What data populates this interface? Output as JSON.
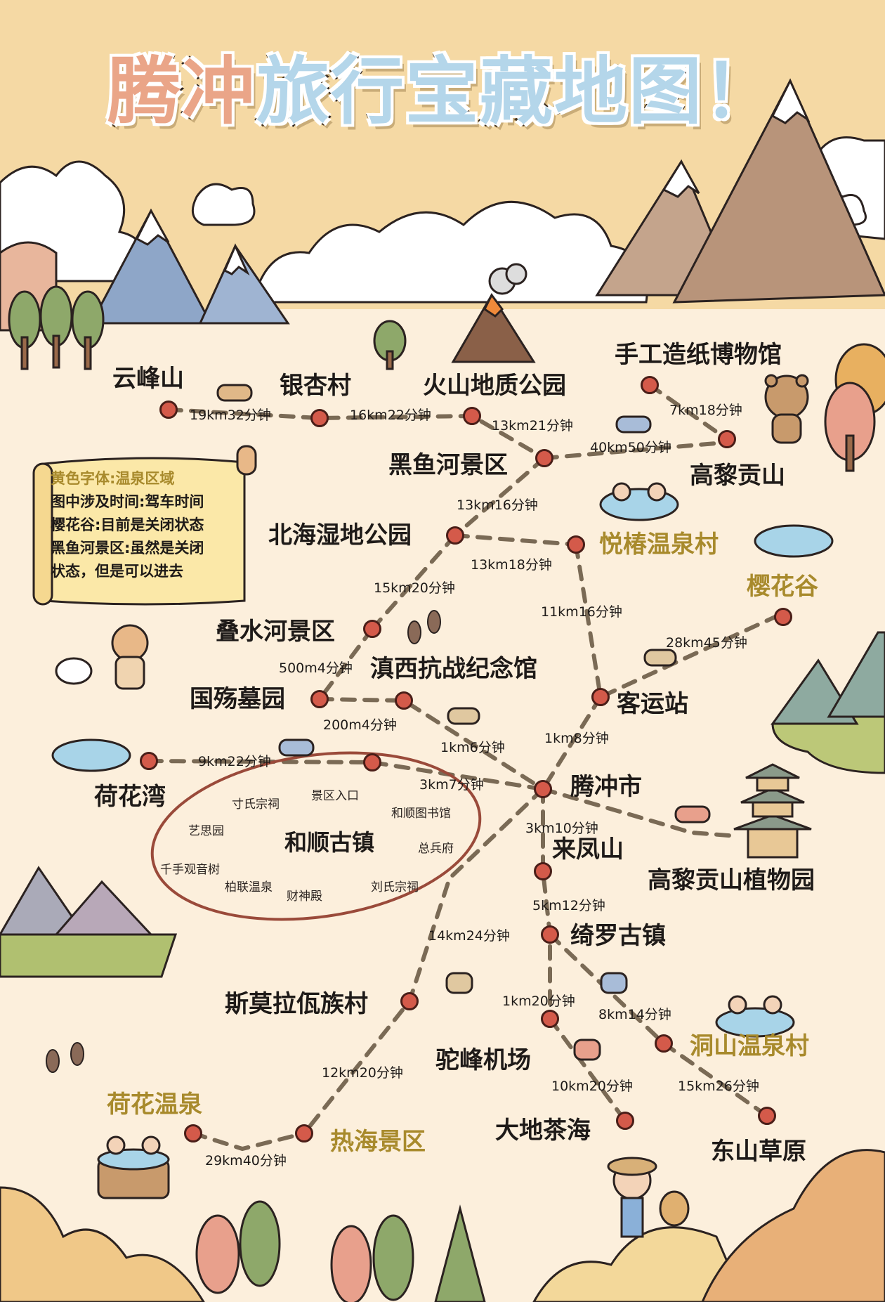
{
  "title": {
    "part1": "腾冲",
    "part2": "旅行宝藏地图！"
  },
  "colors": {
    "background": "#fcefdc",
    "sky": "#f5d9a4",
    "pin": "#d45a4a",
    "route": "#7a6a55",
    "hot_spring_text": "#a88a2c",
    "title_pink": "#eaa588",
    "title_blue": "#b4d6ea",
    "heshun_loop": "#9a4a3a"
  },
  "legend": {
    "line1": "黄色字体:温泉区域",
    "line2": "图中涉及时间:驾车时间",
    "line3": "樱花谷:目前是关闭状态",
    "line4": "黑鱼河景区:虽然是关闭",
    "line5": "状态，但是可以进去"
  },
  "places": [
    {
      "name": "云峰山",
      "type": "attraction"
    },
    {
      "name": "银杏村",
      "type": "attraction"
    },
    {
      "name": "火山地质公园",
      "type": "attraction"
    },
    {
      "name": "手工造纸博物馆",
      "type": "attraction"
    },
    {
      "name": "黑鱼河景区",
      "type": "attraction"
    },
    {
      "name": "高黎贡山",
      "type": "attraction"
    },
    {
      "name": "北海湿地公园",
      "type": "attraction"
    },
    {
      "name": "悦椿温泉村",
      "type": "hot_spring"
    },
    {
      "name": "樱花谷",
      "type": "hot_spring"
    },
    {
      "name": "叠水河景区",
      "type": "attraction"
    },
    {
      "name": "滇西抗战纪念馆",
      "type": "attraction"
    },
    {
      "name": "国殇墓园",
      "type": "attraction"
    },
    {
      "name": "客运站",
      "type": "attraction"
    },
    {
      "name": "荷花湾",
      "type": "attraction"
    },
    {
      "name": "腾冲市",
      "type": "city"
    },
    {
      "name": "来凤山",
      "type": "attraction"
    },
    {
      "name": "高黎贡山植物园",
      "type": "attraction"
    },
    {
      "name": "绮罗古镇",
      "type": "attraction"
    },
    {
      "name": "斯莫拉佤族村",
      "type": "attraction"
    },
    {
      "name": "驼峰机场",
      "type": "attraction"
    },
    {
      "name": "洞山温泉村",
      "type": "hot_spring"
    },
    {
      "name": "荷花温泉",
      "type": "hot_spring"
    },
    {
      "name": "热海景区",
      "type": "hot_spring"
    },
    {
      "name": "大地茶海",
      "type": "attraction"
    },
    {
      "name": "东山草原",
      "type": "attraction"
    }
  ],
  "routes": [
    {
      "from": "云峰山",
      "to": "银杏村",
      "label": "19km32分钟"
    },
    {
      "from": "银杏村",
      "to": "火山地质公园",
      "label": "16km22分钟"
    },
    {
      "from": "火山地质公园",
      "to": "黑鱼河景区",
      "label": "13km21分钟"
    },
    {
      "from": "手工造纸博物馆",
      "to": "高黎贡山",
      "label": "7km18分钟"
    },
    {
      "from": "黑鱼河景区",
      "to": "高黎贡山",
      "label": "40km50分钟"
    },
    {
      "from": "黑鱼河景区",
      "to": "北海湿地公园",
      "label": "13km16分钟"
    },
    {
      "from": "北海湿地公园",
      "to": "悦椿温泉村",
      "label": "13km18分钟"
    },
    {
      "from": "北海湿地公园",
      "to": "叠水河景区",
      "label": "15km20分钟"
    },
    {
      "from": "悦椿温泉村",
      "to": "客运站",
      "label": "11km16分钟"
    },
    {
      "from": "客运站",
      "to": "樱花谷",
      "label": "28km45分钟"
    },
    {
      "from": "叠水河景区",
      "to": "国殇墓园",
      "label": "500m4分钟"
    },
    {
      "from": "国殇墓园",
      "to": "滇西抗战纪念馆",
      "label": "200m4分钟"
    },
    {
      "from": "滇西抗战纪念馆",
      "to": "腾冲市",
      "label": "1km6分钟"
    },
    {
      "from": "客运站",
      "to": "腾冲市",
      "label": "1km8分钟"
    },
    {
      "from": "荷花湾",
      "to": "和顺古镇",
      "label": "9km22分钟"
    },
    {
      "from": "和顺古镇",
      "to": "腾冲市",
      "label": "3km7分钟"
    },
    {
      "from": "腾冲市",
      "to": "来凤山",
      "label": "3km10分钟"
    },
    {
      "from": "来凤山",
      "to": "绮罗古镇",
      "label": "5km12分钟"
    },
    {
      "from": "腾冲市",
      "to": "斯莫拉佤族村",
      "label": "14km24分钟"
    },
    {
      "from": "绮罗古镇",
      "to": "驼峰机场",
      "label": "1km20分钟"
    },
    {
      "from": "绮罗古镇",
      "to": "洞山温泉村",
      "label": "8km14分钟"
    },
    {
      "from": "驼峰机场",
      "to": "大地茶海",
      "label": "10km20分钟"
    },
    {
      "from": "洞山温泉村",
      "to": "东山草原",
      "label": "15km26分钟"
    },
    {
      "from": "斯莫拉佤族村",
      "to": "热海景区",
      "label": "12km20分钟"
    },
    {
      "from": "荷花温泉",
      "to": "热海景区",
      "label": "29km40分钟"
    }
  ],
  "heshun": {
    "title": "和顺古镇",
    "stops": [
      "景区入口",
      "和顺图书馆",
      "总兵府",
      "刘氏宗祠",
      "财神殿",
      "柏联温泉",
      "千手观音树",
      "艺思园",
      "寸氏宗祠"
    ]
  }
}
